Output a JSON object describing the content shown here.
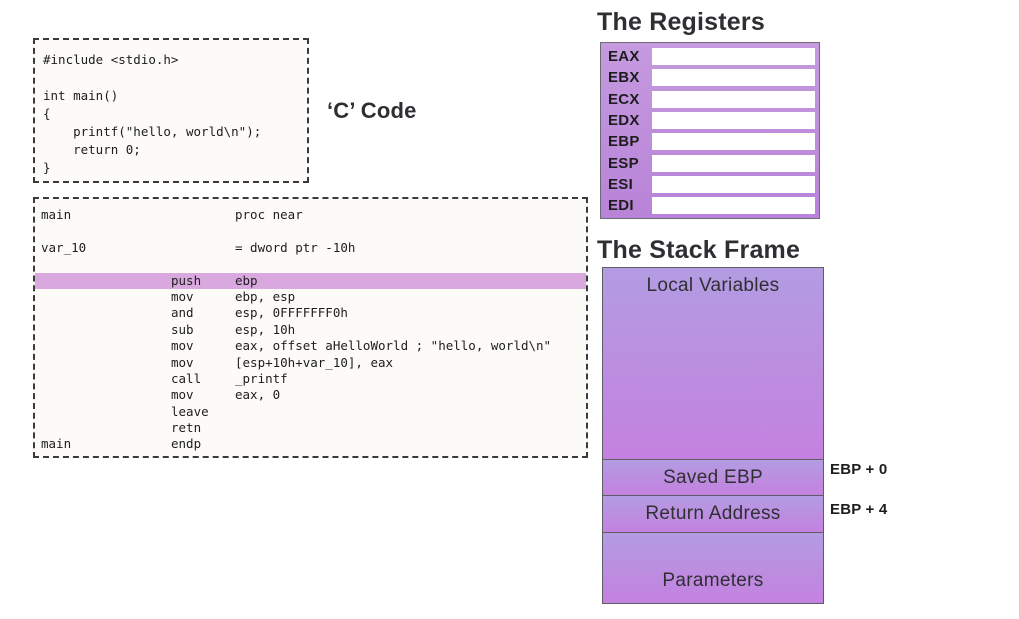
{
  "c_code": {
    "label": "‘C’ Code",
    "text": "#include <stdio.h>\n\nint main()\n{\n    printf(\"hello, world\\n\");\n    return 0;\n}"
  },
  "assembly": {
    "rows": [
      {
        "label": "main",
        "mnemonic": "",
        "operands": "proc near",
        "highlight": false
      },
      {
        "label": "",
        "mnemonic": "",
        "operands": "",
        "highlight": false
      },
      {
        "label": "var_10",
        "mnemonic": "",
        "operands": "= dword ptr -10h",
        "highlight": false
      },
      {
        "label": "",
        "mnemonic": "",
        "operands": "",
        "highlight": false
      },
      {
        "label": "",
        "mnemonic": "push",
        "operands": "ebp",
        "highlight": true
      },
      {
        "label": "",
        "mnemonic": "mov",
        "operands": "ebp, esp",
        "highlight": false
      },
      {
        "label": "",
        "mnemonic": "and",
        "operands": "esp, 0FFFFFFF0h",
        "highlight": false
      },
      {
        "label": "",
        "mnemonic": "sub",
        "operands": "esp, 10h",
        "highlight": false
      },
      {
        "label": "",
        "mnemonic": "mov",
        "operands": "eax, offset aHelloWorld ; \"hello, world\\n\"",
        "highlight": false
      },
      {
        "label": "",
        "mnemonic": "mov",
        "operands": "[esp+10h+var_10], eax",
        "highlight": false
      },
      {
        "label": "",
        "mnemonic": "call",
        "operands": "_printf",
        "highlight": false
      },
      {
        "label": "",
        "mnemonic": "mov",
        "operands": "eax, 0",
        "highlight": false
      },
      {
        "label": "",
        "mnemonic": "leave",
        "operands": "",
        "highlight": false
      },
      {
        "label": "",
        "mnemonic": "retn",
        "operands": "",
        "highlight": false
      },
      {
        "label": "main",
        "mnemonic": "endp",
        "operands": "",
        "highlight": false
      }
    ]
  },
  "registers": {
    "title": "The Registers",
    "items": [
      {
        "name": "EAX",
        "value": ""
      },
      {
        "name": "EBX",
        "value": ""
      },
      {
        "name": "ECX",
        "value": ""
      },
      {
        "name": "EDX",
        "value": ""
      },
      {
        "name": "EBP",
        "value": ""
      },
      {
        "name": "ESP",
        "value": ""
      },
      {
        "name": "ESI",
        "value": ""
      },
      {
        "name": "EDI",
        "value": ""
      }
    ]
  },
  "stack_frame": {
    "title": "The Stack Frame",
    "cells": [
      {
        "label": "Local Variables"
      },
      {
        "label": "Saved EBP"
      },
      {
        "label": "Return Address"
      },
      {
        "label": "Parameters"
      }
    ],
    "offsets": [
      {
        "label": "EBP + 0"
      },
      {
        "label": "EBP + 4"
      }
    ]
  },
  "colors": {
    "panel_purple_top": "#c59adf",
    "panel_purple_bottom": "#b883d8",
    "stack_gradient_top": "#b39ce2",
    "stack_gradient_bottom": "#c481df",
    "highlight_row": "#d9a8de",
    "code_bg": "#fdfbf8",
    "border_dark": "#3a3a3a",
    "text_dark": "#1d1d1d"
  }
}
